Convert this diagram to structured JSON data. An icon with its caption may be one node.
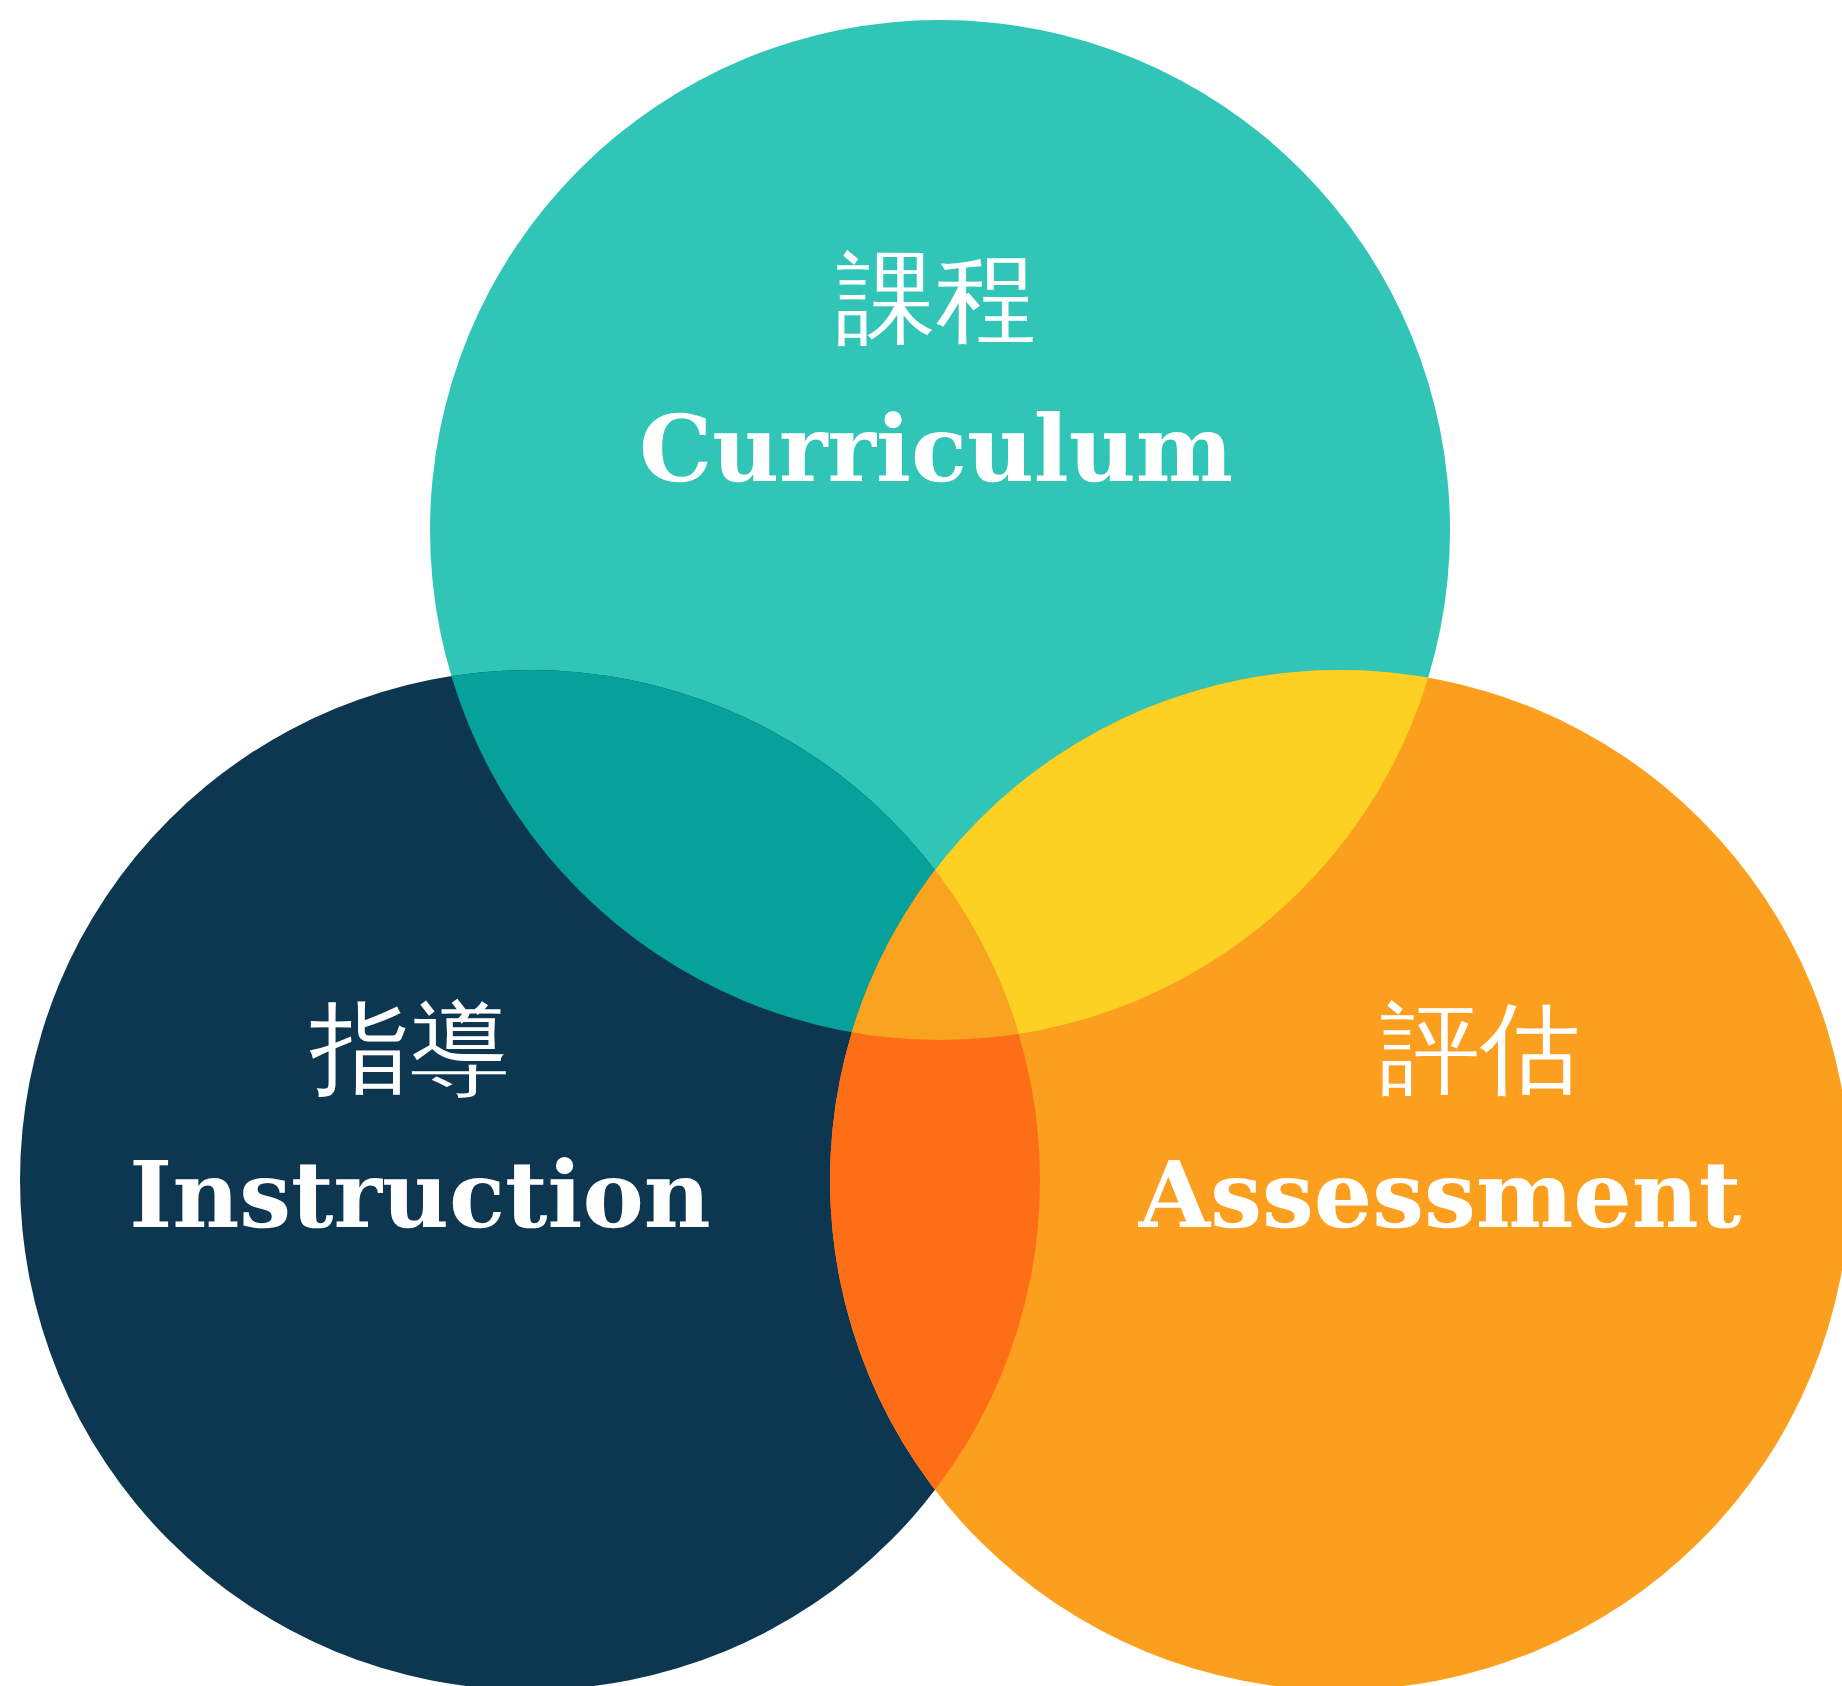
{
  "diagram": {
    "nodes": [
      {
        "text": [
          "課程",
          "Curriculum"
        ]
      },
      {
        "text": [
          "指導",
          "Instruction"
        ]
      },
      {
        "text": [
          "評估",
          "Assessment"
        ]
      }
    ]
  }
}
